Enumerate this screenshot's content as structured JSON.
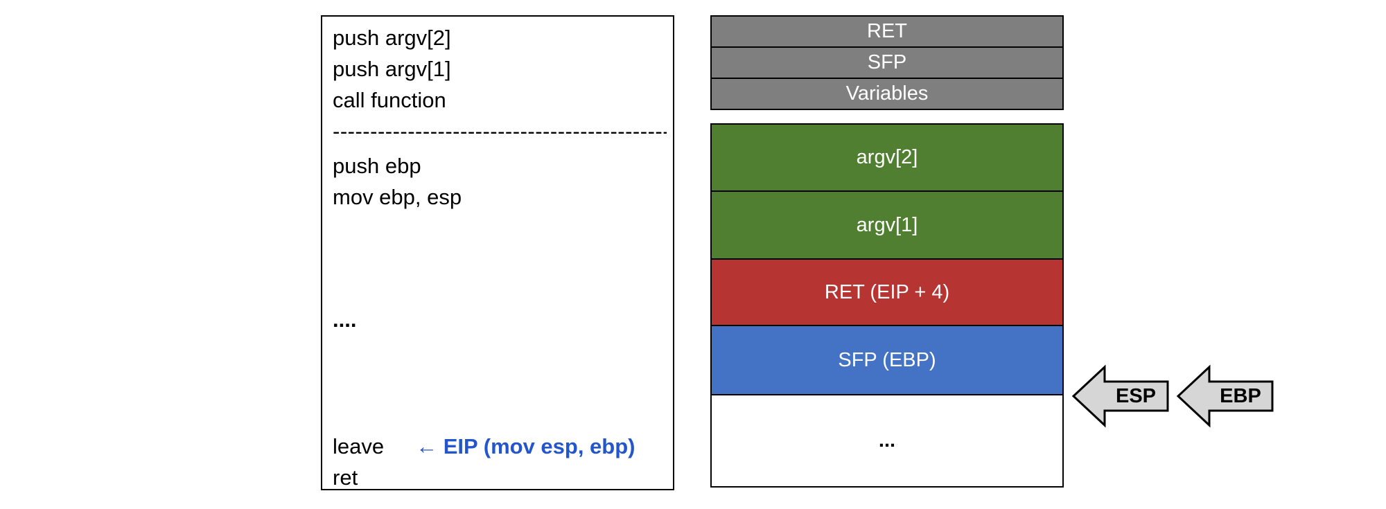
{
  "code_panel": {
    "caller_lines": [
      "push argv[2]",
      "push argv[1]",
      "call function"
    ],
    "separator": "----------------------------------------------",
    "prologue_lines": [
      "push ebp",
      "mov ebp, esp"
    ],
    "ellipsis": "....",
    "leave_line": "leave",
    "eip_annotation": "← EIP (mov esp, ebp)",
    "ret_line": "ret"
  },
  "stack": {
    "rows": [
      {
        "label": "RET",
        "color": "gray"
      },
      {
        "label": "SFP",
        "color": "gray"
      },
      {
        "label": "Variables",
        "color": "gray"
      },
      {
        "label": "argv[2]",
        "color": "green"
      },
      {
        "label": "argv[1]",
        "color": "green"
      },
      {
        "label": "RET (EIP + 4)",
        "color": "red"
      },
      {
        "label": "SFP (EBP)",
        "color": "blue"
      },
      {
        "label": "...",
        "color": "white"
      }
    ]
  },
  "pointers": [
    {
      "label": "ESP"
    },
    {
      "label": "EBP"
    }
  ],
  "colors": {
    "gray_row": "#7f7f7f",
    "green_row": "#507f31",
    "red_row": "#b63431",
    "blue_row": "#4472c4",
    "annotation_blue": "#2456cb",
    "arrow_fill": "#d6d6d6",
    "border": "#000000"
  }
}
